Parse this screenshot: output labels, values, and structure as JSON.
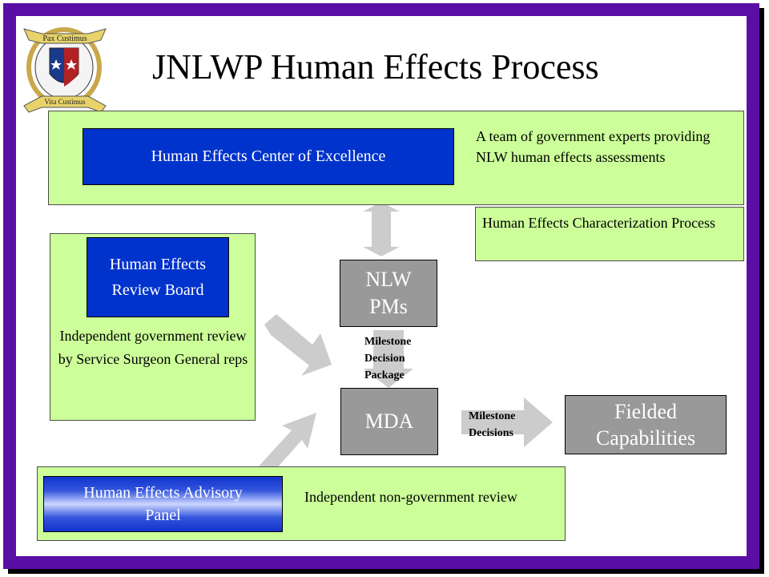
{
  "title": "JNLWP Human Effects Process",
  "logo": {
    "icon": "seal-icon",
    "top_banner": "Pax Custimus",
    "bottom_banner": "Vita Custimus"
  },
  "hecoe": {
    "label": "Human Effects Center of Excellence",
    "description": "A team of government experts providing NLW human effects assessments"
  },
  "characterization": {
    "label": "Human Effects Characterization Process"
  },
  "review_board": {
    "label": "Human Effects Review Board",
    "description": "Independent government review by Service Surgeon General reps"
  },
  "nlw_pms": {
    "label": "NLW PMs"
  },
  "milestone_package": {
    "label": "Milestone Decision Package"
  },
  "mda": {
    "label": "MDA"
  },
  "milestone_decisions": {
    "label": "Milestone Decisions"
  },
  "fielded": {
    "label": "Fielded Capabilities"
  },
  "advisory": {
    "label": "Human Effects Advisory Panel",
    "description": "Independent non-government review"
  },
  "colors": {
    "frame": "#5b0ea6",
    "green_box": "#ccff99",
    "blue_box": "#0033cc",
    "gray_box": "#999999",
    "arrow": "#cccccc"
  }
}
